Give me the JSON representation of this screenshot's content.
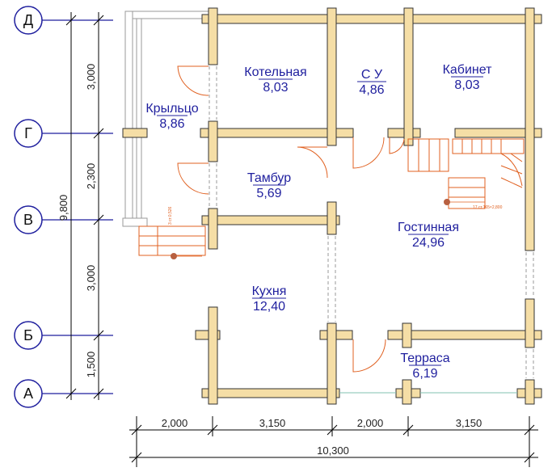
{
  "axes": {
    "rows": [
      "Д",
      "Г",
      "В",
      "Б",
      "А"
    ]
  },
  "rooms": [
    {
      "id": "kotelnaya",
      "name": "Котельная",
      "area": "8,03"
    },
    {
      "id": "su",
      "name": "С У",
      "area": "4,86"
    },
    {
      "id": "kabinet",
      "name": "Кабинет",
      "area": "8,03"
    },
    {
      "id": "krylco",
      "name": "Крыльцо",
      "area": "8,86"
    },
    {
      "id": "tambur",
      "name": "Тамбур",
      "area": "5,69"
    },
    {
      "id": "gostinnaya",
      "name": "Гостинная",
      "area": "24,96"
    },
    {
      "id": "kuhnya",
      "name": "Кухня",
      "area": "12,40"
    },
    {
      "id": "terrasa",
      "name": "Терраса",
      "area": "6,19"
    }
  ],
  "dimensions": {
    "vertical": [
      "3,000",
      "2,300",
      "3,000",
      "1,500"
    ],
    "vertical_total": "9,800",
    "horizontal": [
      "2,000",
      "3,150",
      "2,000",
      "3,150"
    ],
    "horizontal_total": "10,300"
  },
  "stair_notes": {
    "main": "17 ст.165×2,800",
    "porch": "3 ст.0,526"
  },
  "colors": {
    "log": "#f5dea6",
    "log_outline": "#333333",
    "room_text": "#1f1f9e",
    "stair": "#e06020",
    "axis": "#1f1f9e",
    "terrace_line": "#80c0b0"
  }
}
